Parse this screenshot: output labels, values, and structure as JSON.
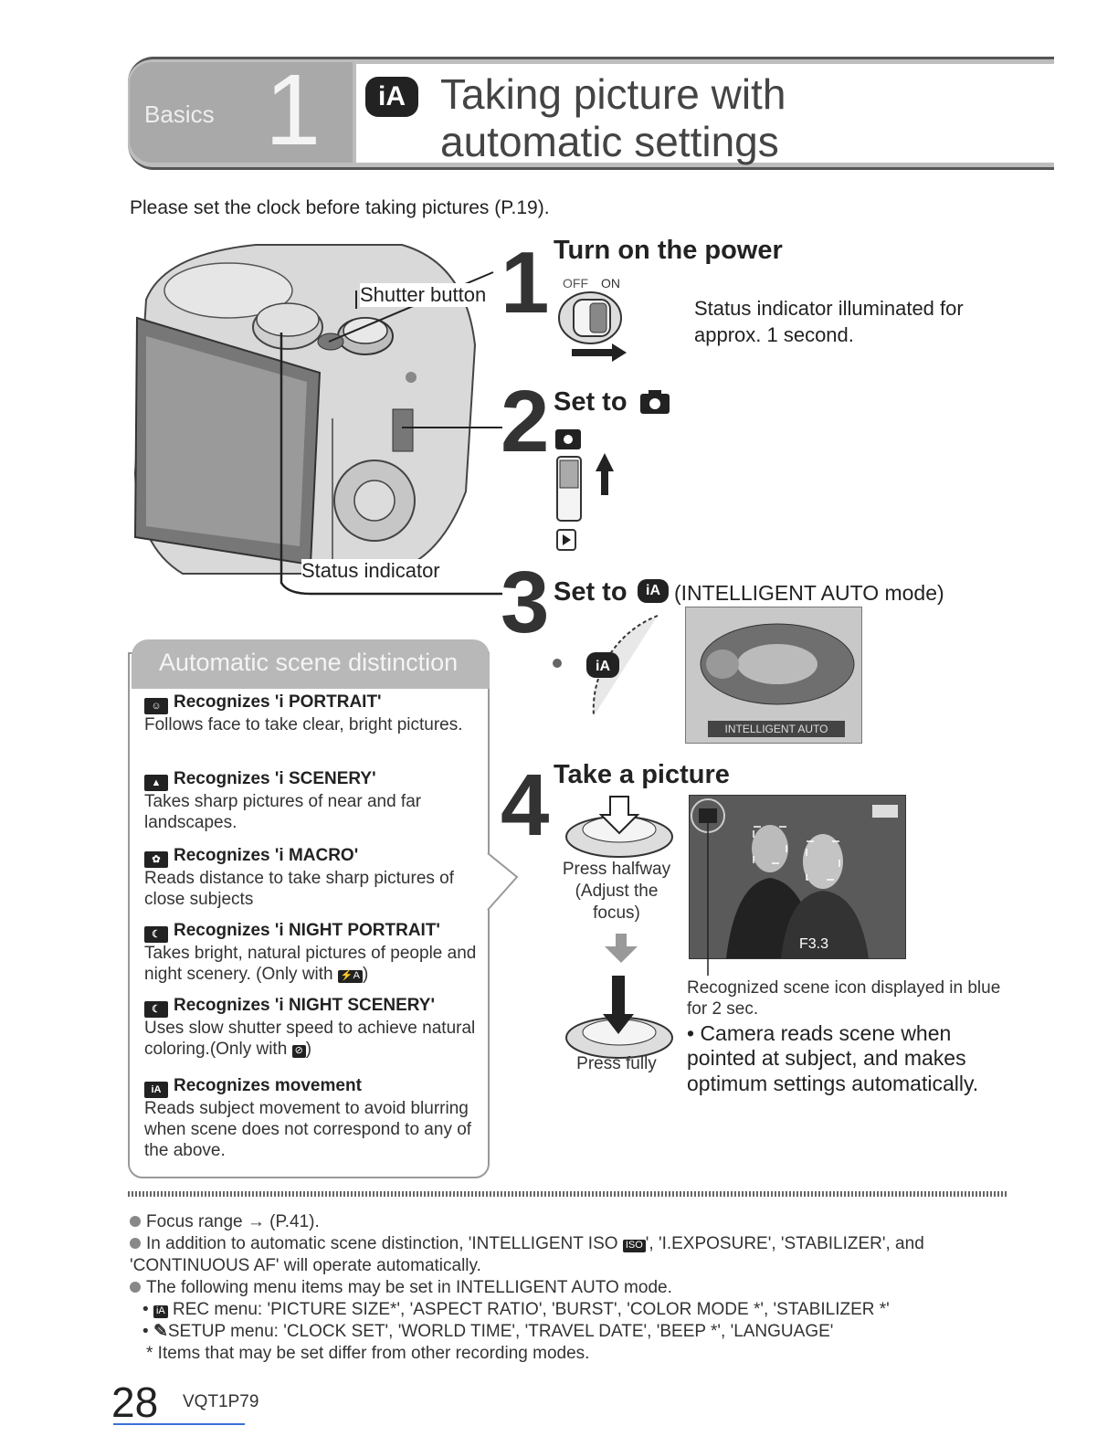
{
  "header": {
    "section_label": "Basics",
    "section_number": "1",
    "mode_icon": "iA",
    "title_line1": "Taking picture with",
    "title_line2": "automatic settings"
  },
  "intro": "Please set the clock before taking pictures (P.19).",
  "camera": {
    "shutter_label": "Shutter button",
    "status_label": "Status indicator"
  },
  "steps": [
    {
      "number": "1",
      "title": "Turn on the power",
      "switch_off": "OFF",
      "switch_on": "ON",
      "note": "Status indicator illuminated for approx. 1 second."
    },
    {
      "number": "2",
      "title": "Set to"
    },
    {
      "number": "3",
      "title": "Set to",
      "subtitle": "(INTELLIGENT AUTO mode)",
      "screen_label": "INTELLIGENT AUTO"
    },
    {
      "number": "4",
      "title": "Take a picture",
      "half_press": "Press halfway (Adjust the focus)",
      "full_press": "Press fully",
      "lcd_value": "F3.3",
      "caption": "Recognized scene icon displayed in blue for 2 sec.",
      "bullet": "• Camera reads scene when pointed at subject, and makes optimum settings automatically."
    }
  ],
  "scene_box": {
    "title": "Automatic scene distinction",
    "items": [
      {
        "heading": "Recognizes 'i PORTRAIT'",
        "text": "Follows face to take clear, bright pictures."
      },
      {
        "heading": "Recognizes 'i SCENERY'",
        "text": "Takes sharp pictures of near and far landscapes."
      },
      {
        "heading": "Recognizes 'i MACRO'",
        "text": "Reads distance to take sharp pictures of close subjects"
      },
      {
        "heading": "Recognizes 'i NIGHT PORTRAIT'",
        "text_a": "Takes bright, natural pictures of people and night scenery. (Only with",
        "text_b": ")"
      },
      {
        "heading": "Recognizes 'i NIGHT SCENERY'",
        "text_a": "Uses slow shutter speed to achieve natural coloring.(Only with",
        "text_b": ")"
      },
      {
        "heading": "Recognizes movement",
        "text": "Reads subject movement to avoid blurring when scene does not correspond to any of the above."
      }
    ]
  },
  "notes": {
    "n1": "Focus range → (P.41).",
    "n2a": "In addition to automatic scene distinction, 'INTELLIGENT ISO",
    "n2b": "', 'I.EXPOSURE', 'STABILIZER', and 'CONTINUOUS AF' will operate automatically.",
    "n3": "The following menu items may be set in INTELLIGENT AUTO mode.",
    "n4": "REC menu: 'PICTURE SIZE*', 'ASPECT RATIO', 'BURST', 'COLOR MODE *', 'STABILIZER *'",
    "n5": "SETUP menu: 'CLOCK SET', 'WORLD TIME', 'TRAVEL DATE', 'BEEP *', 'LANGUAGE'",
    "n6": "* Items that may be set differ from other recording modes."
  },
  "footer": {
    "page_number": "28",
    "code": "VQT1P79"
  }
}
